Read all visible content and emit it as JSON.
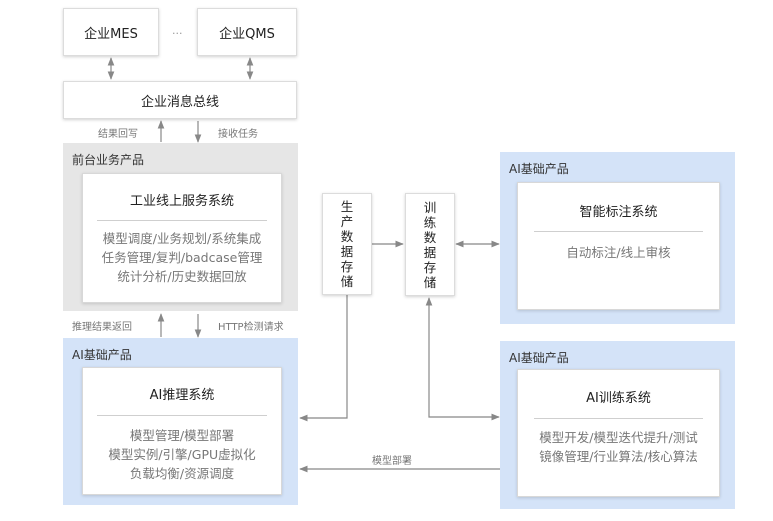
{
  "top": {
    "mes": "企业MES",
    "ellipsis": "...",
    "qms": "企业QMS",
    "bus": "企业消息总线",
    "writeback": "结果回写",
    "receive": "接收任务"
  },
  "frontend": {
    "label": "前台业务产品",
    "card": {
      "title": "工业线上服务系统",
      "lines": [
        "模型调度/业务规划/系统集成",
        "任务管理/复判/badcase管理",
        "统计分析/历史数据回放"
      ]
    }
  },
  "mid_labels": {
    "infer_return": "推理结果返回",
    "http_request": "HTTP检测请求"
  },
  "infer_group": {
    "label": "AI基础产品",
    "card": {
      "title": "AI推理系统",
      "lines": [
        "模型管理/模型部署",
        "模型实例/引擎/GPU虚拟化",
        "负载均衡/资源调度"
      ]
    }
  },
  "storage": {
    "production": [
      "生",
      "产",
      "数",
      "据",
      "存",
      "储"
    ],
    "training": [
      "训",
      "练",
      "数",
      "据",
      "存",
      "储"
    ]
  },
  "label_group": {
    "label": "AI基础产品",
    "card": {
      "title": "智能标注系统",
      "lines": [
        "自动标注/线上审核"
      ]
    }
  },
  "train_group": {
    "label": "AI基础产品",
    "card": {
      "title": "AI训练系统",
      "lines": [
        "模型开发/模型迭代提升/测试",
        "镜像管理/行业算法/核心算法"
      ]
    }
  },
  "deploy_label": "模型部署",
  "colors": {
    "gray_group": "#e6e6e6",
    "blue_group": "#d4e3f8",
    "arrow": "#888888"
  }
}
